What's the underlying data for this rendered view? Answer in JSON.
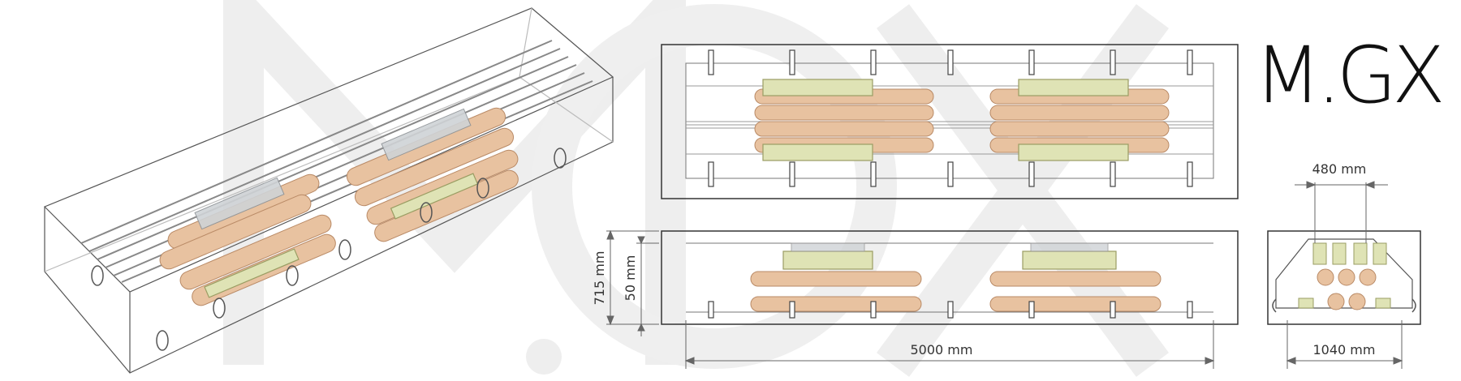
{
  "logo": {
    "text": "M.GX",
    "color": "#111111"
  },
  "watermark": {
    "text": "MGX",
    "color": "#ececec"
  },
  "dimensions": {
    "top_width": "480 mm",
    "bottom_width": "1040 mm",
    "length": "5000 mm",
    "height_total": "715 mm",
    "height_inner": "50 mm"
  },
  "views": [
    "isometric-view",
    "top-view",
    "side-view",
    "end-view"
  ],
  "colors": {
    "outline": "#444444",
    "body": "#e8c2a0",
    "body_stroke": "#b98a66",
    "bracket": "#dfe3b5",
    "bracket_stroke": "#9a9d63",
    "rail": "#d0d0d0",
    "glass": "#cfd3d6"
  }
}
